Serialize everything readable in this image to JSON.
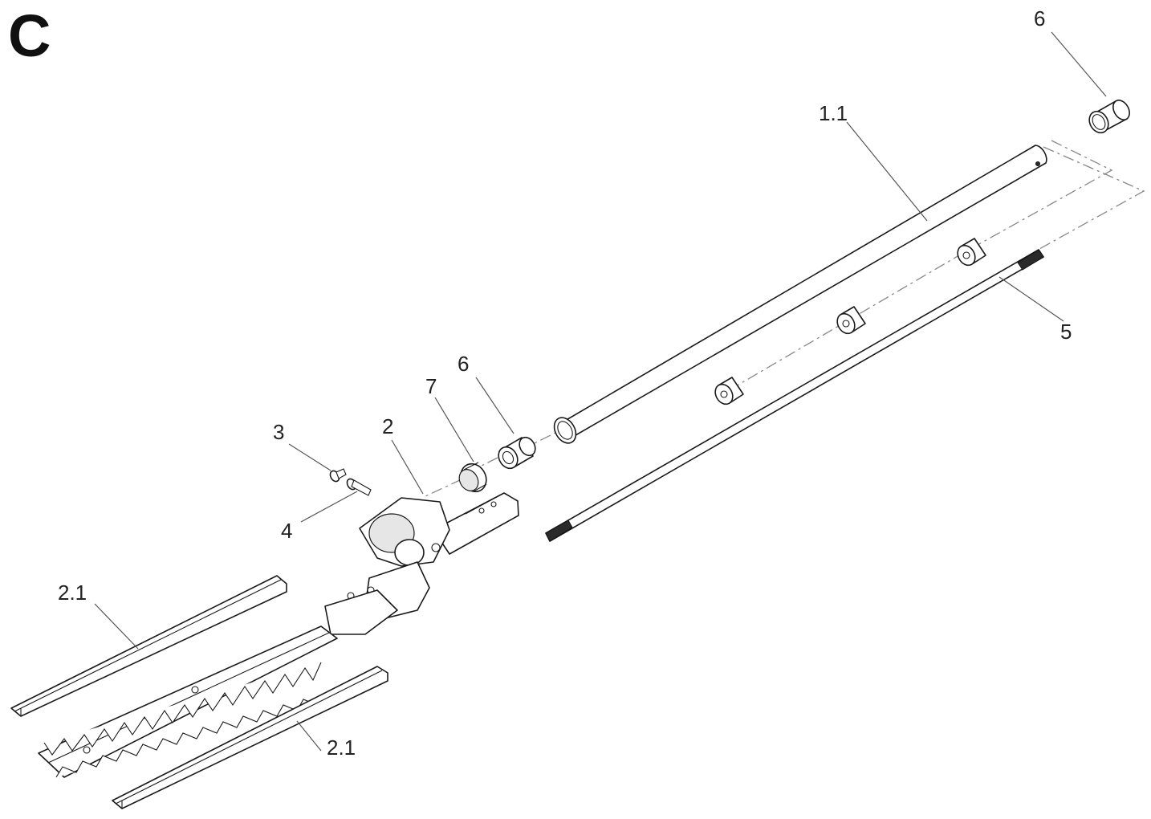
{
  "section_letter": "C",
  "callouts": {
    "tube": "1.1",
    "cap_top": "6",
    "drive_shaft": "5",
    "cap_bottom": "6",
    "coupling": "7",
    "gear_head": "2",
    "screw": "3",
    "bolt": "4",
    "guard_upper": "2.1",
    "guard_lower": "2.1"
  }
}
